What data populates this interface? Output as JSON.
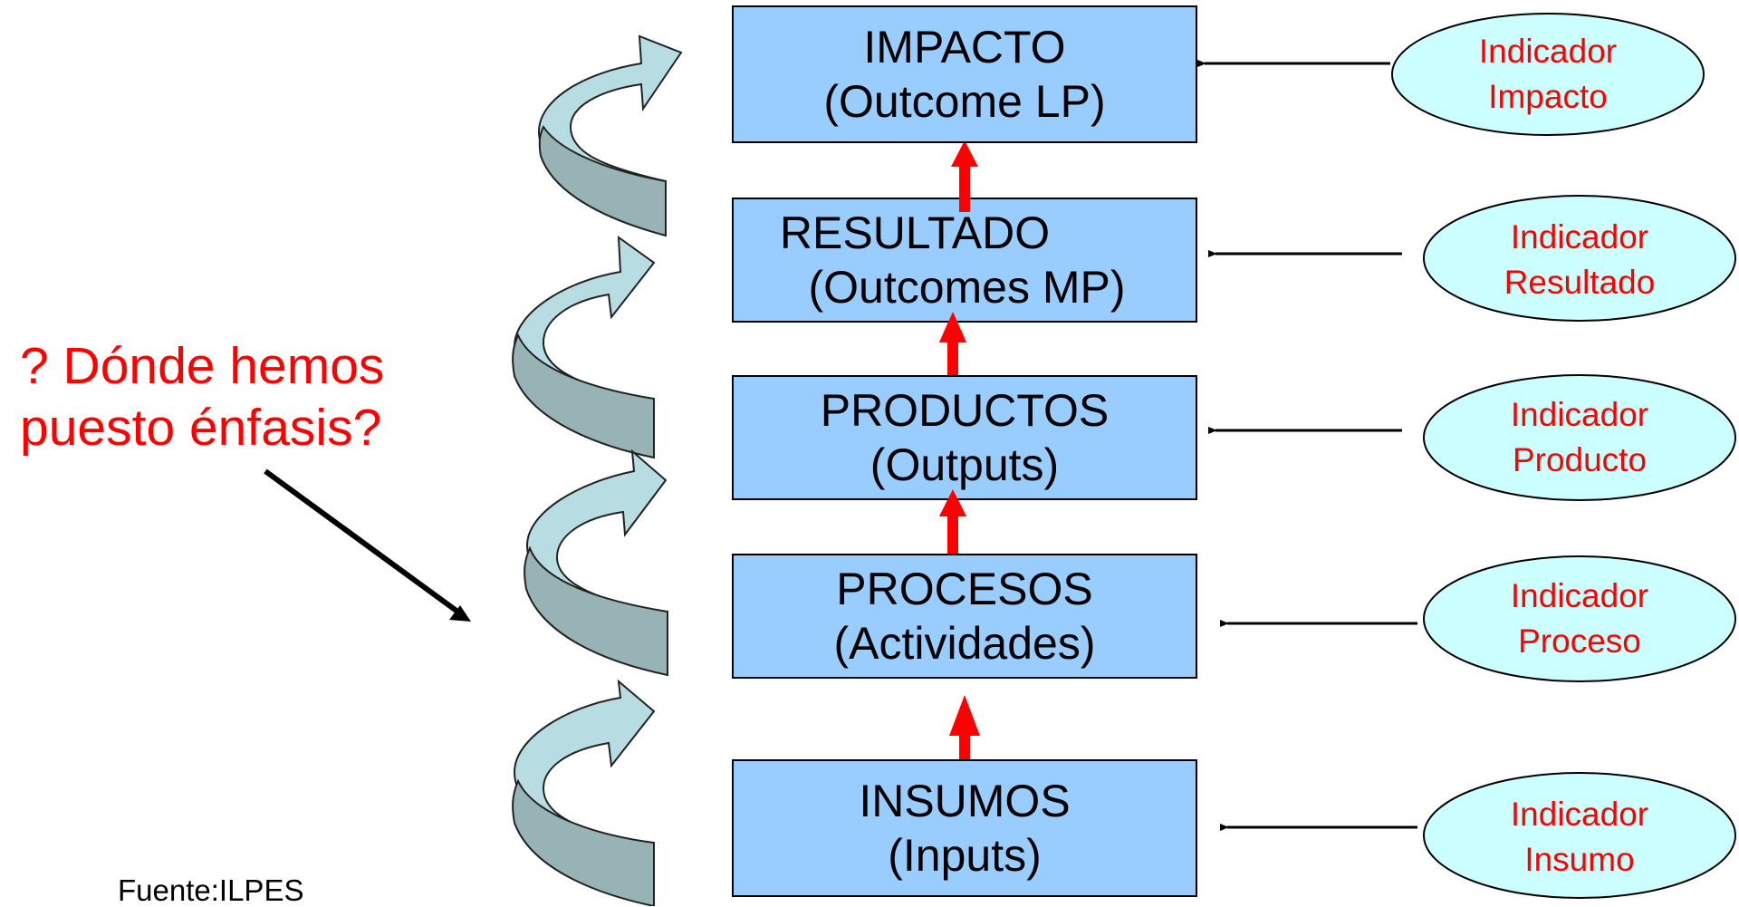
{
  "levels": [
    {
      "title": "IMPACTO",
      "subtitle": "(Outcome LP)",
      "indicator_line1": "Indicador",
      "indicator_line2": "Impacto"
    },
    {
      "title": "RESULTADO",
      "subtitle": "(Outcomes MP)",
      "indicator_line1": "Indicador",
      "indicator_line2": "Resultado"
    },
    {
      "title": "PRODUCTOS",
      "subtitle": "(Outputs)",
      "indicator_line1": "Indicador",
      "indicator_line2": "Producto"
    },
    {
      "title": "PROCESOS",
      "subtitle": "(Actividades)",
      "indicator_line1": "Indicador",
      "indicator_line2": "Proceso"
    },
    {
      "title": "INSUMOS",
      "subtitle": "(Inputs)",
      "indicator_line1": "Indicador",
      "indicator_line2": "Insumo"
    }
  ],
  "question": {
    "line1": "? Dónde hemos",
    "line2": "puesto  énfasis?"
  },
  "source": "Fuente:ILPES",
  "colors": {
    "box_fill": "#99ccff",
    "ellipse_fill": "#ccffff",
    "indicator_text": "#ff0000",
    "flow_arrow": "#ff0000",
    "spiral_light": "#b7dde3",
    "spiral_dark": "#98b3b6"
  }
}
